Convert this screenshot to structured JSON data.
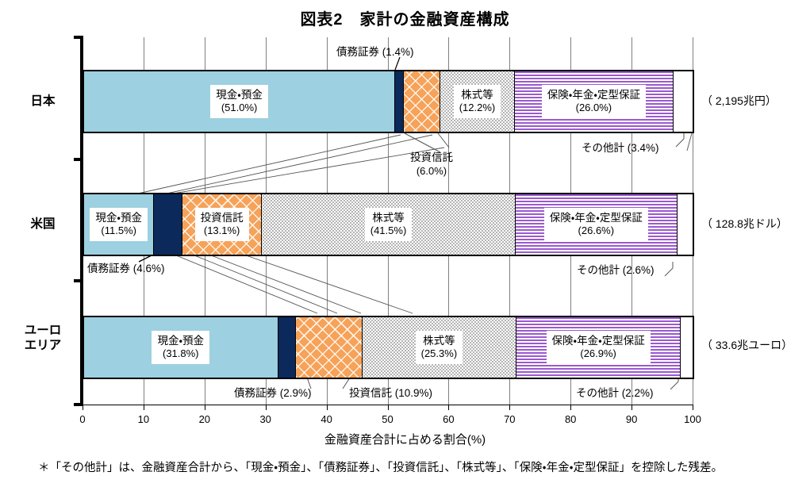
{
  "title": "図表2　家計の金融資産構成",
  "axis": {
    "x_title": "金融資産合計に占める割合(%)",
    "ticks": [
      "0",
      "10",
      "20",
      "30",
      "40",
      "50",
      "60",
      "70",
      "80",
      "90",
      "100"
    ]
  },
  "footnote": "＊「その他計」は、金融資産合計から、「現金・預金」、「債務証券」、「投資信託」、「株式等」、「保険・年金・定型保証」を控除した残差。",
  "series_names": {
    "cash": "現金・預金",
    "debt": "債務証券",
    "fund": "投資信託",
    "equity": "株式等",
    "insurance": "保険・年金・定型保証",
    "other": "その他計"
  },
  "colors": {
    "cash": "#9DD0E0",
    "debt": "#0B2A5B",
    "fund": "#F6A259",
    "equity": "#9A9A9A",
    "insurance": "#9B59D0",
    "other": "#FFFFFF"
  },
  "rows": [
    {
      "name_line1": "日本",
      "name_line2": "",
      "total": "（ 2,195兆円）",
      "cash_label": "現金・預金",
      "cash_pct": "(51.0%)",
      "debt_label": "債務証券 (1.4%)",
      "fund_label": "投資信託",
      "fund_pct": "(6.0%)",
      "equity_label": "株式等",
      "equity_pct": "(12.2%)",
      "ins_label": "保険・年金・定型保証",
      "ins_pct": "(26.0%)",
      "other_label": "その他計 (3.4%)"
    },
    {
      "name_line1": "米国",
      "name_line2": "",
      "total": "（ 128.8兆ドル）",
      "cash_label": "現金・預金",
      "cash_pct": "(11.5%)",
      "debt_label": "債務証券 (4.6%)",
      "fund_label": "投資信託",
      "fund_pct": "(13.1%)",
      "equity_label": "株式等",
      "equity_pct": "(41.5%)",
      "ins_label": "保険・年金・定型保証",
      "ins_pct": "(26.6%)",
      "other_label": "その他計 (2.6%)"
    },
    {
      "name_line1": "ユーロ",
      "name_line2": "エリア",
      "total": "（ 33.6兆ユーロ）",
      "cash_label": "現金・預金",
      "cash_pct": "(31.8%)",
      "debt_label": "債務証券 (2.9%)",
      "fund_label": "投資信託 (10.9%)",
      "equity_label": "株式等",
      "equity_pct": "(25.3%)",
      "ins_label": "保険・年金・定型保証",
      "ins_pct": "(26.9%)",
      "other_label": "その他計 (2.2%)"
    }
  ],
  "chart_data": {
    "type": "bar",
    "orientation": "horizontal",
    "stacked": true,
    "title": "図表2　家計の金融資産構成",
    "xlabel": "金融資産合計に占める割合(%)",
    "ylabel": "",
    "xlim": [
      0,
      100
    ],
    "xticks": [
      0,
      10,
      20,
      30,
      40,
      50,
      60,
      70,
      80,
      90,
      100
    ],
    "grid": true,
    "legend": "none (in-bar labels)",
    "categories": [
      "日本",
      "米国",
      "ユーロエリア"
    ],
    "category_totals": [
      "2,195兆円",
      "128.8兆ドル",
      "33.6兆ユーロ"
    ],
    "series": [
      {
        "name": "現金・預金",
        "values": [
          51.0,
          11.5,
          31.8
        ]
      },
      {
        "name": "債務証券",
        "values": [
          1.4,
          4.6,
          2.9
        ]
      },
      {
        "name": "投資信託",
        "values": [
          6.0,
          13.1,
          10.9
        ]
      },
      {
        "name": "株式等",
        "values": [
          12.2,
          41.5,
          25.3
        ]
      },
      {
        "name": "保険・年金・定型保証",
        "values": [
          26.0,
          26.6,
          26.9
        ]
      },
      {
        "name": "その他計",
        "values": [
          3.4,
          2.6,
          2.2
        ]
      }
    ],
    "annotation": "＊「その他計」は、金融資産合計から、「現金・預金」、「債務証券」、「投資信託」、「株式等」、「保険・年金・定型保証」を控除した残差。"
  }
}
